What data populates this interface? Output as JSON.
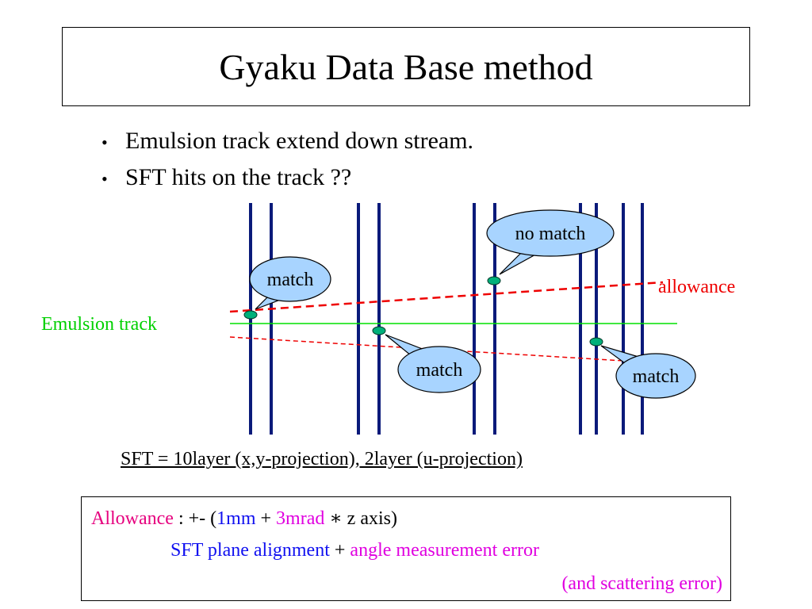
{
  "title": "Gyaku Data Base method",
  "bullets": [
    {
      "marker": "•",
      "text": "Emulsion track extend down stream."
    },
    {
      "marker": "•",
      "text": "SFT hits on the track ??"
    }
  ],
  "diagram": {
    "track_label": "Emulsion track",
    "allowance_label": "allowance",
    "callouts": {
      "no_match": "no match",
      "match_1": "match",
      "match_2": "match",
      "match_3": "match"
    },
    "colors": {
      "sft_line": "#0a1a7a",
      "track": "#00e000",
      "allowance": "#ee0000",
      "hit_fill": "#00b07a",
      "callout_fill": "#a8d4ff"
    }
  },
  "sft_caption": "SFT = 10layer (x,y-projection), 2layer (u-projection)",
  "note": {
    "line1": {
      "label": "Allowance",
      "sep": " : +- (",
      "value1": "1mm",
      "plus": " + ",
      "value2": "3mrad",
      "rest": " ∗ z axis)"
    },
    "line2": {
      "part1": "SFT plane alignment",
      "plus": " + ",
      "part2": "angle measurement error"
    },
    "line3": "(and scattering error)"
  }
}
